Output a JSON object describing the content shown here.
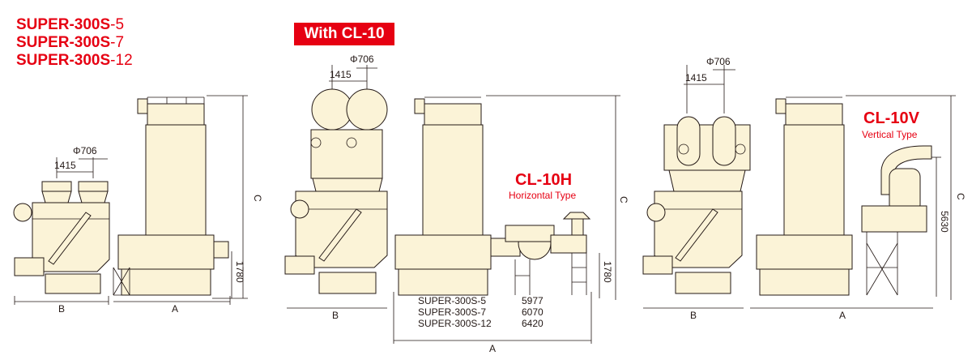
{
  "models": [
    {
      "prefix": "SUPER-300S",
      "suffix": "-5"
    },
    {
      "prefix": "SUPER-300S",
      "suffix": "-7"
    },
    {
      "prefix": "SUPER-300S",
      "suffix": "-12"
    }
  ],
  "badge": "With CL-10",
  "views": {
    "base": {
      "phi": "Φ706",
      "pitch": "1415",
      "height": "1780",
      "label_c": "C",
      "label_a": "A",
      "label_b": "B"
    },
    "cl10h": {
      "title": "CL-10H",
      "subtitle": "Horizontal Type",
      "phi": "Φ706",
      "pitch": "1415",
      "height": "1780",
      "label_c": "C",
      "label_a": "A",
      "label_b": "B"
    },
    "cl10v": {
      "title": "CL-10V",
      "subtitle": "Vertical Type",
      "phi": "Φ706",
      "pitch": "1415",
      "height": "5630",
      "label_c": "C",
      "label_a": "A",
      "label_b": "B"
    }
  },
  "dimension_table": [
    {
      "model": "SUPER-300S-5",
      "value": "5977"
    },
    {
      "model": "SUPER-300S-7",
      "value": "6070"
    },
    {
      "model": "SUPER-300S-12",
      "value": "6420"
    }
  ],
  "colors": {
    "accent": "#e60012",
    "equipment": "#fbf3d7",
    "line": "#231815"
  }
}
